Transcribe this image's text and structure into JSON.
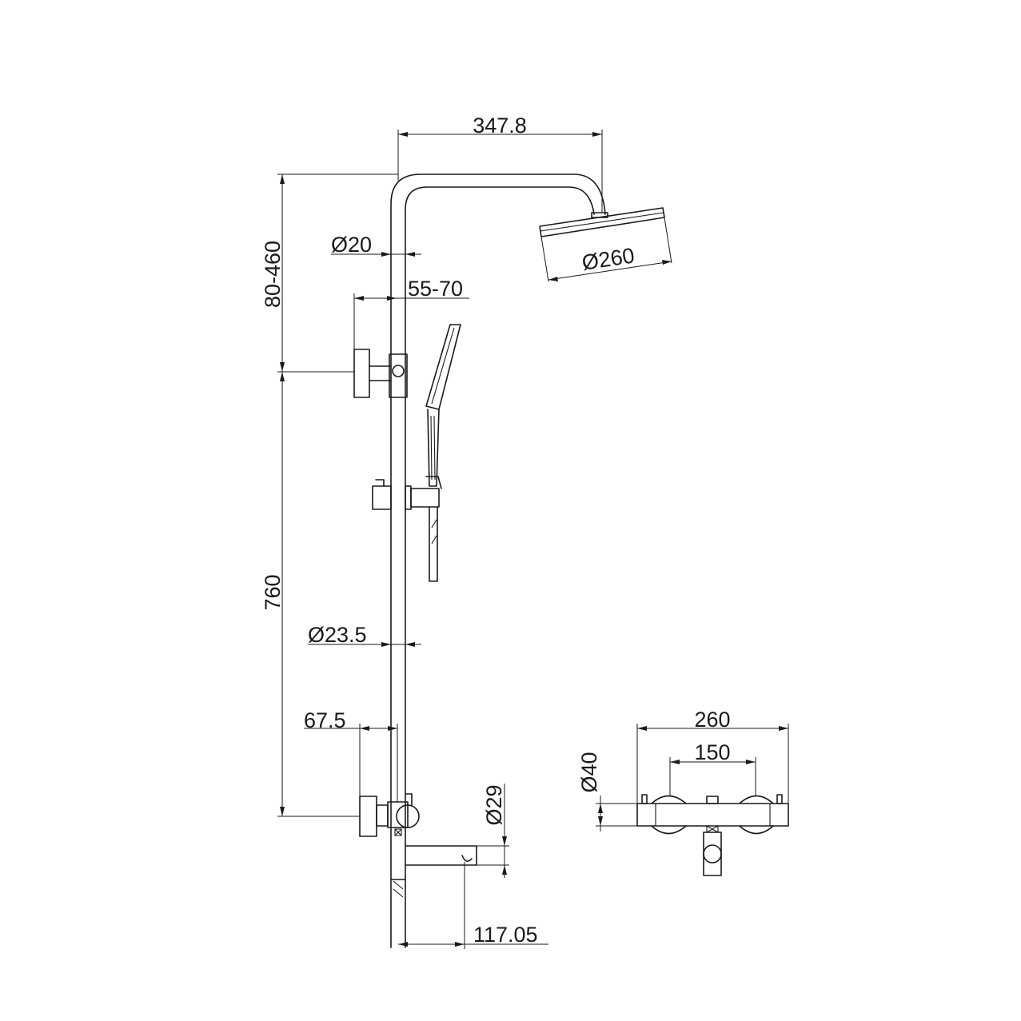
{
  "dimensions": {
    "arm_length": "347.8",
    "arm_height_range": "80-460",
    "pipe_upper_diameter": "Ø20",
    "head_diameter": "Ø260",
    "bracket_offset_upper": "55-70",
    "rail_length": "760",
    "pipe_lower_diameter": "Ø23.5",
    "bracket_offset_lower": "67.5",
    "spout_diameter": "Ø29",
    "spout_length": "117.05",
    "mixer_width": "260",
    "mixer_centers": "150",
    "mixer_body_diameter": "Ø40"
  }
}
